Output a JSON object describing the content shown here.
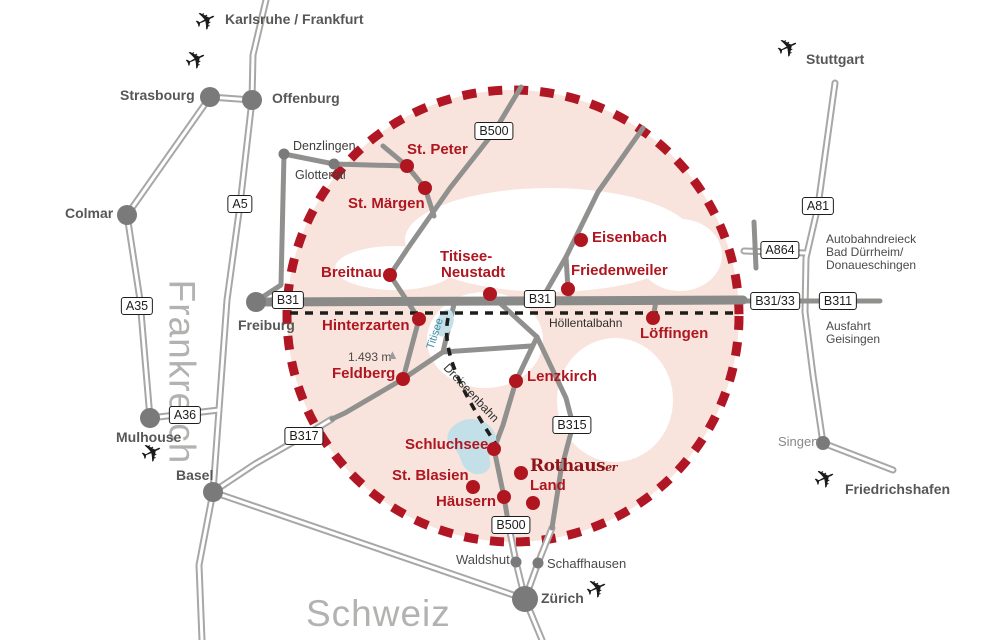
{
  "title": "Hochschwarzwald region road map",
  "colors": {
    "highlight_fill": "#f9e4dd",
    "highlight_border": "#b01623",
    "town_red": "#af1620",
    "road_gray": "#90908f",
    "road_casing": "#a7a7a6",
    "b31_gray": "#8a8a89",
    "city_dot": "#7b7a7a",
    "city_text": "#575756",
    "country_text": "#b2b2b1",
    "lake_blue": "#c3e0e9",
    "railway_black": "#1d1d1b"
  },
  "icons": {
    "plane": "✈",
    "peak_triangle": "▲"
  },
  "countries": {
    "frankreich": "Frankreich",
    "schweiz": "Schweiz"
  },
  "cities": {
    "karlsruhe_frankfurt": "Karlsruhe / Frankfurt",
    "strasbourg": "Strasbourg",
    "offenburg": "Offenburg",
    "denzlingen": "Denzlingen",
    "glottertal": "Glottertal",
    "colmar": "Colmar",
    "freiburg": "Freiburg",
    "mulhouse": "Mulhouse",
    "basel": "Basel",
    "stuttgart": "Stuttgart",
    "singen": "Singen",
    "friedrichshafen": "Friedrichshafen",
    "waldshut": "Waldshut",
    "schaffhausen": "Schaffhausen",
    "zuerich": "Zürich"
  },
  "towns": {
    "st_peter": "St. Peter",
    "st_maergen": "St. Märgen",
    "breitnau": "Breitnau",
    "titisee_neustadt_line1": "Titisee-",
    "titisee_neustadt_line2": "Neustadt",
    "eisenbach": "Eisenbach",
    "friedenweiler": "Friedenweiler",
    "loeffingen": "Löffingen",
    "hinterzarten": "Hinterzarten",
    "feldberg": "Feldberg",
    "lenzkirch": "Lenzkirch",
    "schluchsee": "Schluchsee",
    "st_blasien": "St. Blasien",
    "haeusern": "Häusern"
  },
  "brand": {
    "rothaus": "Rothaus",
    "suffix": "er",
    "land": "Land"
  },
  "signs": {
    "a5": "A5",
    "a35": "A35",
    "a36": "A36",
    "a81": "A81",
    "a864": "A864",
    "b31_left": "B31",
    "b31_mid": "B31",
    "b31_33": "B31/33",
    "b311": "B311",
    "b315": "B315",
    "b317": "B317",
    "b500_north": "B500",
    "b500_south": "B500"
  },
  "railways": {
    "hoellentalbahn": "Höllentalbahn",
    "dreiseenbahn": "Dreiseenbahn"
  },
  "lakes": {
    "titisee": "Titisee"
  },
  "annotations": {
    "autobahndreieck_line1": "Autobahndreieck",
    "autobahndreieck_line2": "Bad Dürrheim/",
    "autobahndreieck_line3": "Donaueschingen",
    "ausfahrt_line1": "Ausfahrt",
    "ausfahrt_line2": "Geisingen",
    "peak_elevation": "1.493 m"
  }
}
